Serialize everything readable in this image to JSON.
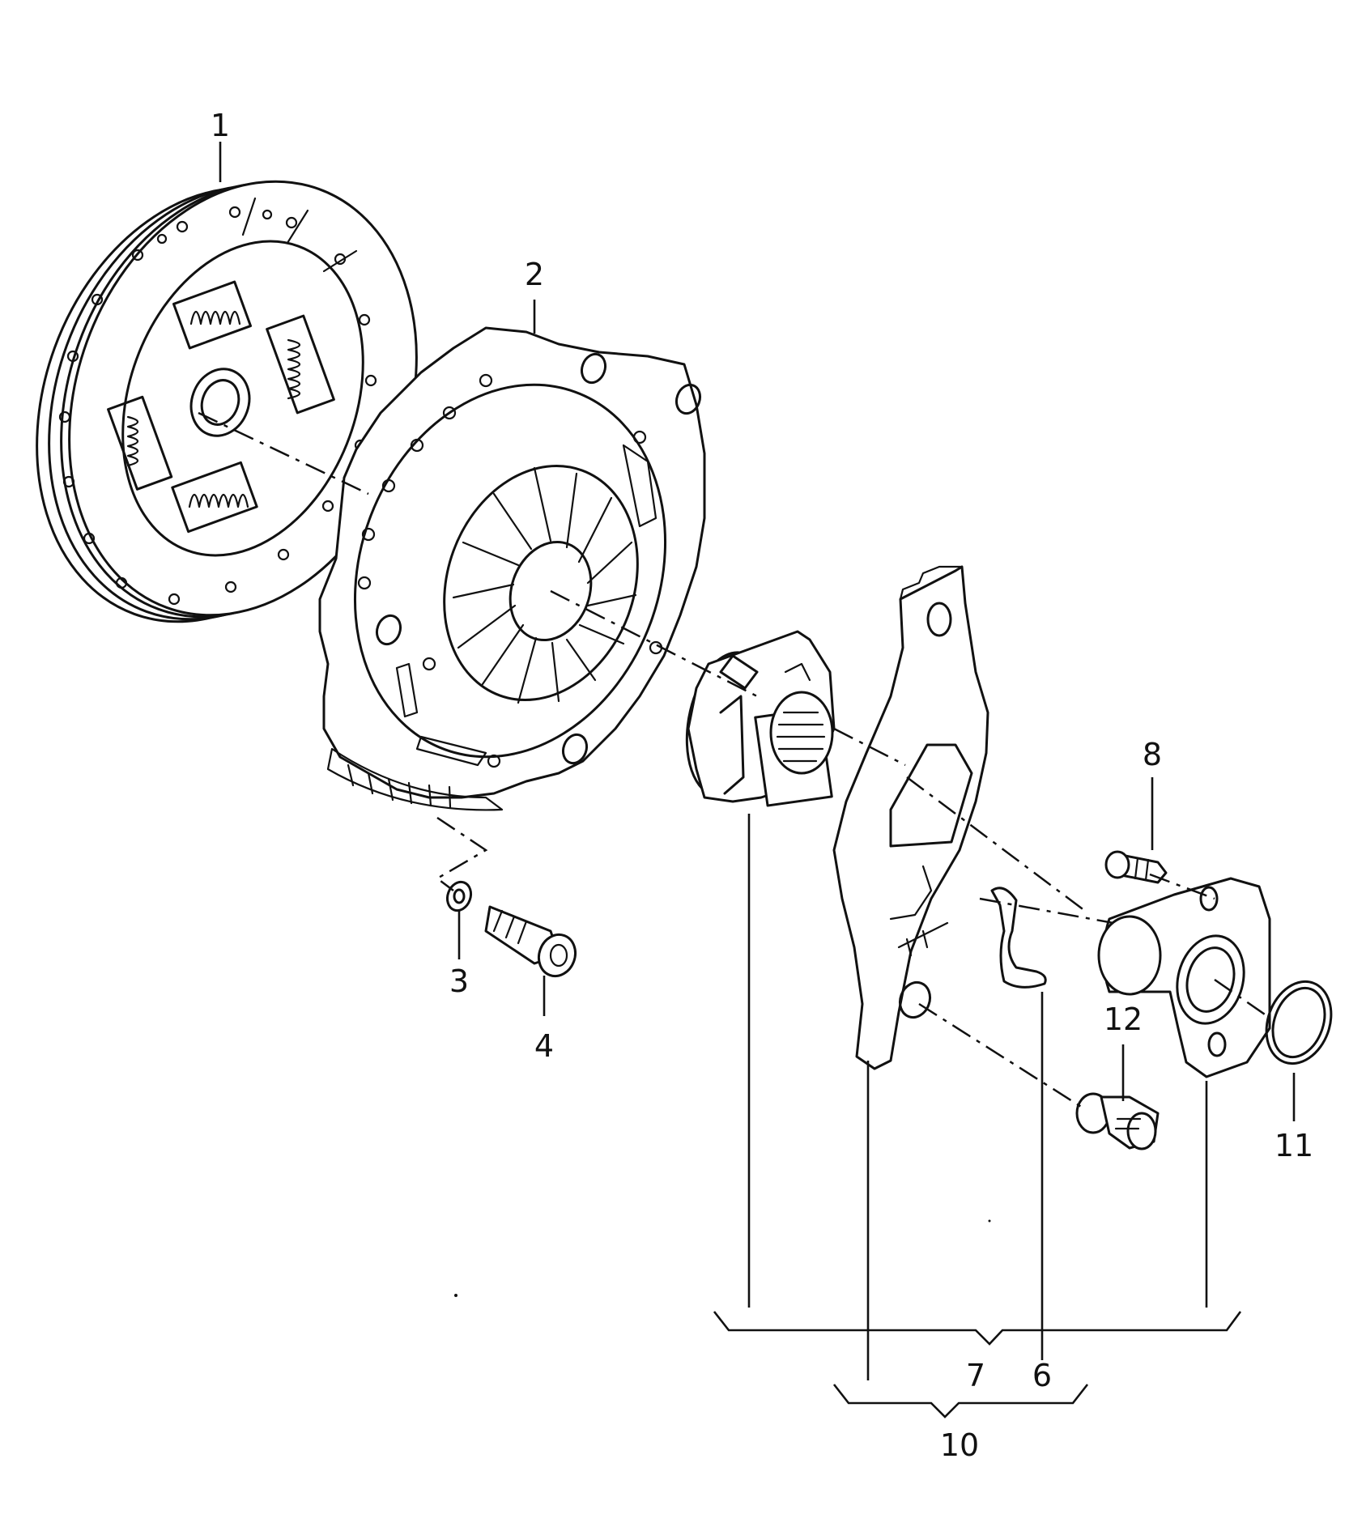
{
  "callouts": {
    "c1": "1",
    "c2": "2",
    "c3": "3",
    "c4": "4",
    "c6": "6",
    "c7": "7",
    "c8": "8",
    "c10": "10",
    "c11": "11",
    "c12": "12"
  }
}
